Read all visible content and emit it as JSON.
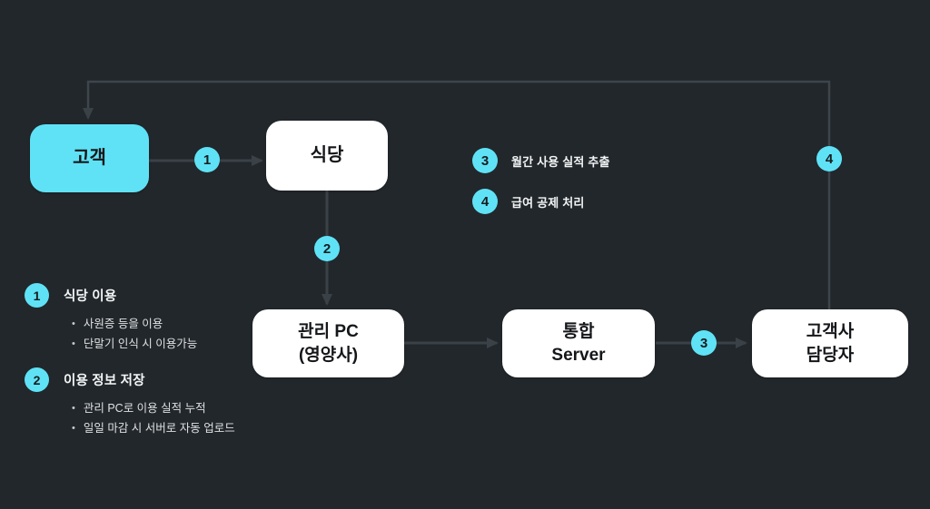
{
  "diagram": {
    "colors": {
      "background": "#22272B",
      "accent_cyan": "#5FE2F6",
      "connector": "#3A4147",
      "node_fill": "#FFFFFF",
      "node_text": "#141619",
      "note_text": "#F2F4F5"
    },
    "nodes": {
      "customer": {
        "label": "고객"
      },
      "restaurant": {
        "label": "식당"
      },
      "mgmt_pc": {
        "label": "관리 PC\n(영양사)"
      },
      "server": {
        "label": "통합\nServer"
      },
      "client_manager": {
        "label": "고객사\n담당자"
      }
    },
    "badges": {
      "flow1": "1",
      "flow2": "2",
      "flow3": "3",
      "flow4": "4"
    },
    "legend_right": [
      {
        "num": "3",
        "text": "월간 사용 실적 추출"
      },
      {
        "num": "4",
        "text": "급여 공제 처리"
      }
    ],
    "legend_left": [
      {
        "num": "1",
        "title": "식당 이용",
        "bullets": [
          "사원증 등을 이용",
          "단말기 인식 시 이용가능"
        ]
      },
      {
        "num": "2",
        "title": "이용 정보 저장",
        "bullets": [
          "관리 PC로 이용 실적 누적",
          "일일 마감 시 서버로 자동 업로드"
        ]
      }
    ]
  }
}
